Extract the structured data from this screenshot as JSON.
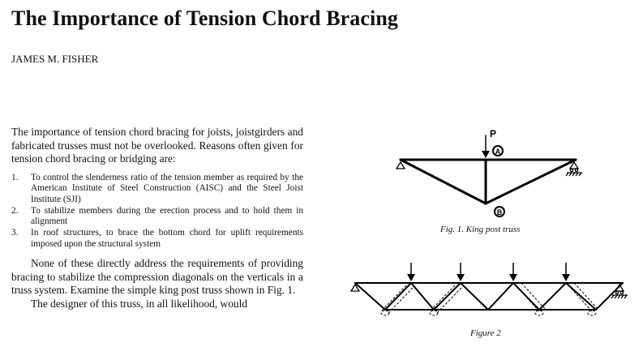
{
  "title": "The Importance of Tension Chord Bracing",
  "author": "JAMES M. FISHER",
  "intro": "The importance of tension chord bracing for joists, joistgirders and fabricated trusses must not be overlooked. Reasons often given for tension chord bracing or bridging are:",
  "list": [
    {
      "num": "1.",
      "text": "To control the slenderness ratio of the tension member as required by the American Institute of Steel Construction (AISC) and the Steel Joist Institute (SJI)"
    },
    {
      "num": "2.",
      "text": "To stabilize members during the erection process and to hold them in alignment"
    },
    {
      "num": "3.",
      "text": "In roof structures, to brace the bottom chord for uplift requirements imposed upon the structural system"
    }
  ],
  "para2": "None of these directly address the requirements of providing bracing to stabilize the compression diagonals on the verticals in a truss system. Examine the simple king post truss shown in Fig. 1.",
  "para3": "The designer of this truss, in all likelihood, would",
  "fig1": {
    "load_label": "P",
    "point_a": "A",
    "point_b": "B",
    "caption": "Fig. 1. King post truss"
  },
  "fig2": {
    "caption": "Figure 2"
  }
}
